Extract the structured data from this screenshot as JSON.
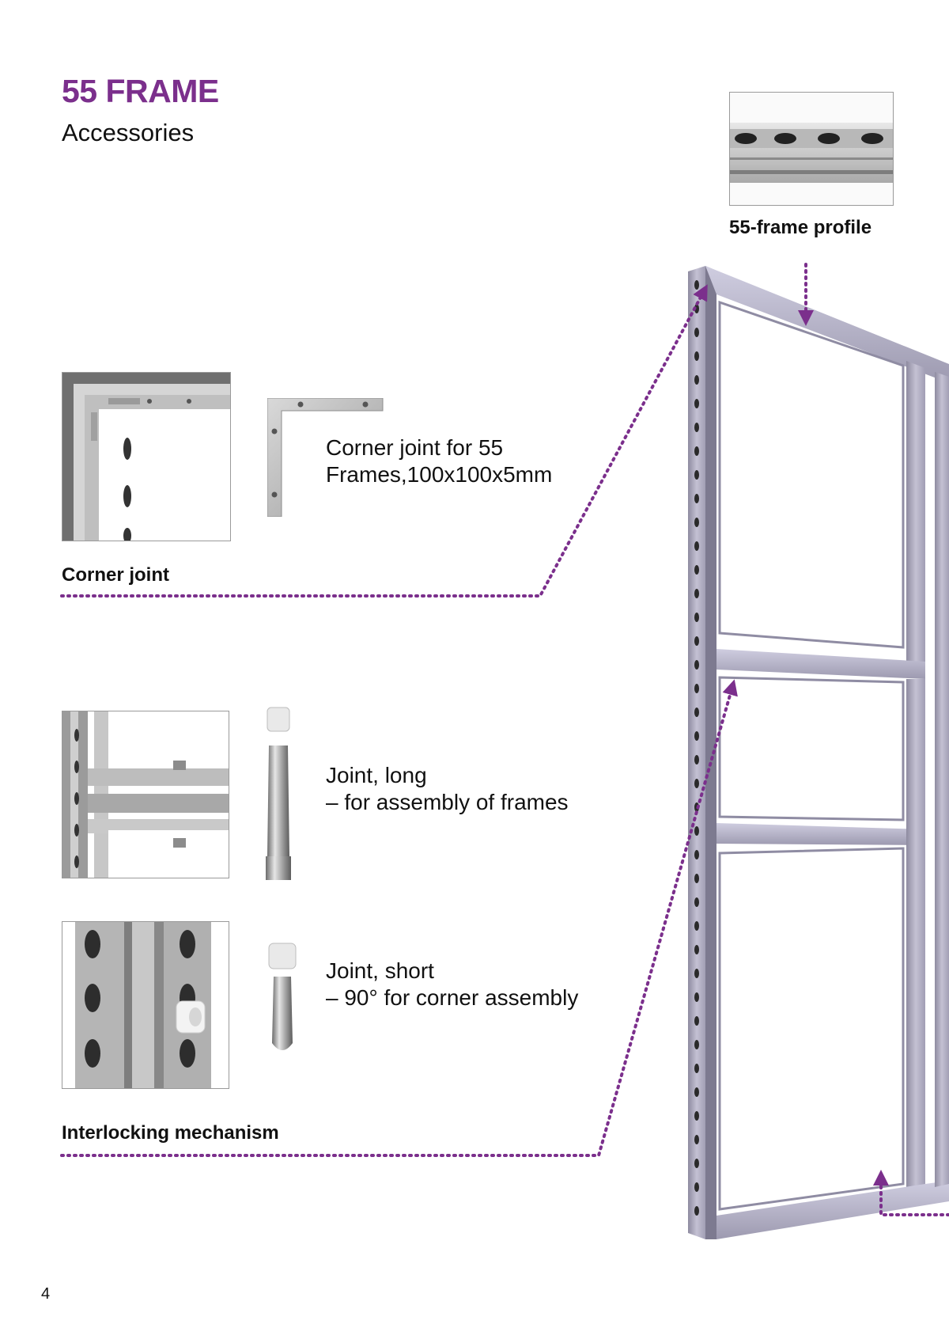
{
  "header": {
    "title": "55 FRAME",
    "subtitle": "Accessories"
  },
  "profile": {
    "caption": "55-frame profile"
  },
  "corner_joint": {
    "description_line1": "Corner joint for 55",
    "description_line2": "Frames,100x100x5mm",
    "caption": "Corner joint"
  },
  "joint_long": {
    "line1": "Joint, long",
    "line2": "– for assembly of frames"
  },
  "joint_short": {
    "line1": "Joint, short",
    "line2": "– 90° for corner assembly"
  },
  "interlocking": {
    "caption": "Interlocking mechanism"
  },
  "footer": {
    "page_number": "4"
  },
  "colors": {
    "accent": "#7b2f8c",
    "text": "#111111",
    "frame": "#b6b3c6"
  }
}
